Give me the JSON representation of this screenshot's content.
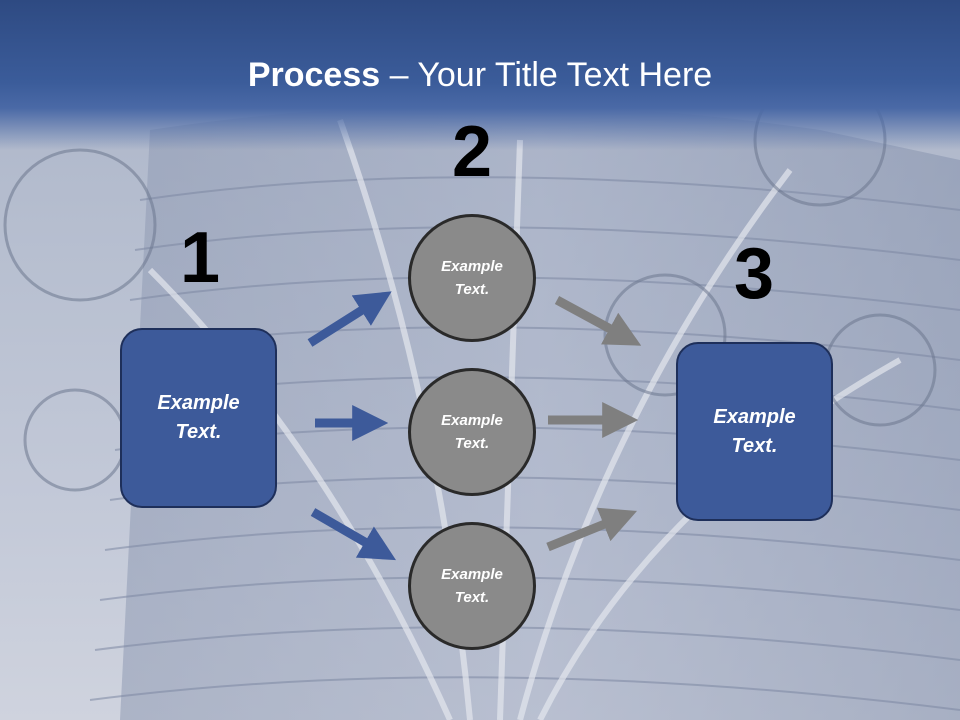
{
  "title": {
    "bold": "Process",
    "rest": " – Your Title Text Here"
  },
  "steps": [
    {
      "number": "1",
      "text_line1": "Example",
      "text_line2": "Text."
    },
    {
      "number": "2",
      "text_line1": "Example",
      "text_line2": "Text."
    },
    {
      "number": "3",
      "text_line1": "Example",
      "text_line2": "Text."
    }
  ],
  "circles": [
    {
      "text_line1": "Example",
      "text_line2": "Text."
    },
    {
      "text_line1": "Example",
      "text_line2": "Text."
    },
    {
      "text_line1": "Example",
      "text_line2": "Text."
    }
  ],
  "colors": {
    "header": "#3b5c9a",
    "box": "#3d5a9a",
    "blue_arrow": "#3d5a9a",
    "circle": "#8a8a8a",
    "gray_arrow": "#7f7f7f"
  }
}
